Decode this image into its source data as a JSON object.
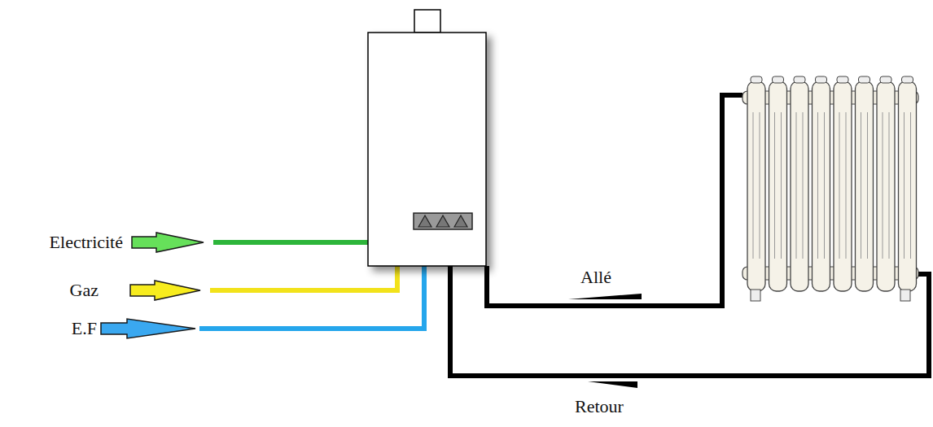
{
  "diagram": {
    "labels": [
      "Electricité",
      "Gaz",
      "E.F",
      "Allé",
      "Retour"
    ]
  }
}
